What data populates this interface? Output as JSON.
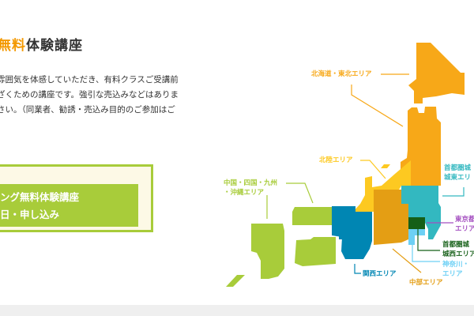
{
  "title": {
    "accent": "無料",
    "rest": "体験講座"
  },
  "description": [
    "雰囲気を体感していただき、有料クラスご受講前",
    "ざくための講座です。強引な売込みなどはありま",
    "さい。（同業者、勧誘・売込み目的のご参加はご"
  ],
  "cta": {
    "line1": "ング無料体験講座",
    "line2": "日・申し込み"
  },
  "map": {
    "regions": [
      {
        "label": "北海道・東北エリア",
        "color": "#F7A818"
      },
      {
        "label": "北陸エリア",
        "color": "#FDC921"
      },
      {
        "label_lines": [
          "中国・四国・九州",
          "・沖縄エリア"
        ],
        "color": "#A8CC3A"
      },
      {
        "label_lines": [
          "首都圏城",
          "城東エリ"
        ],
        "color": "#33B8C0"
      },
      {
        "label_lines": [
          "東京都",
          "エリア"
        ],
        "color": "#A44FC0"
      },
      {
        "label_lines": [
          "首都圏城",
          "城西エリア"
        ],
        "color": "#155F17"
      },
      {
        "label_lines": [
          "神奈川・",
          "エリア"
        ],
        "color": "#6DD0F5"
      },
      {
        "label": "関西エリア",
        "color": "#0086B3"
      },
      {
        "label": "中部エリア",
        "color": "#E49E14"
      }
    ]
  }
}
